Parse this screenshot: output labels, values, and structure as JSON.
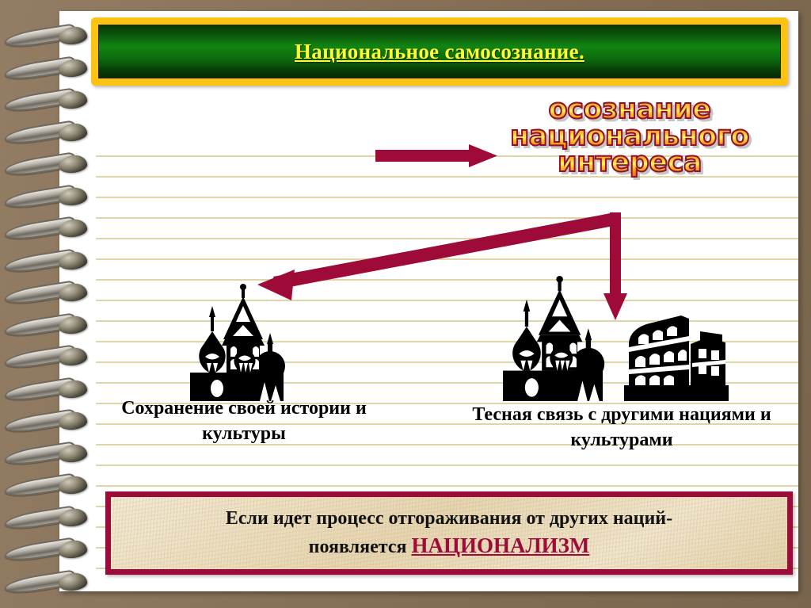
{
  "slide": {
    "title": "Национальное самосознание.",
    "background_color": "#8a7358",
    "page_color": "#ffffff",
    "rule_line_color": "#ddd6a8"
  },
  "title_banner": {
    "text": "Национальное самосознание.",
    "text_color": "#ffff33",
    "border_color": "#fcc310",
    "fill_color": "#118511"
  },
  "wordart": {
    "line1": "осознание",
    "line2": "национального",
    "line3": "интереса",
    "fill_color": "#f79416",
    "highlight_color": "#fff36b",
    "outline_color": "#8f1030"
  },
  "arrows": {
    "color": "#9e0b38",
    "horizontal_label": "arrow-right-to-wordart",
    "diagonal_label": "arrow-down-left-to-russia",
    "vertical_label": "arrow-down-to-other-cultures"
  },
  "icons": {
    "left_building": "st-basils-cathedral-silhouette",
    "right_building_a": "st-basils-cathedral-silhouette",
    "right_building_b": "colosseum-silhouette",
    "silhouette_color": "#000000"
  },
  "captions": {
    "left": "Сохранение своей истории и культуры",
    "right": "Тесная связь с другими нациями и культурами"
  },
  "note_box": {
    "line1": "Если идет процесс отгораживания от других наций-",
    "line2_prefix": "появляется ",
    "line2_highlight": "НАЦИОНАЛИЗМ",
    "border_color": "#9e0b38",
    "paper_color": "#ede0c2",
    "highlight_color": "#9e0b38"
  }
}
